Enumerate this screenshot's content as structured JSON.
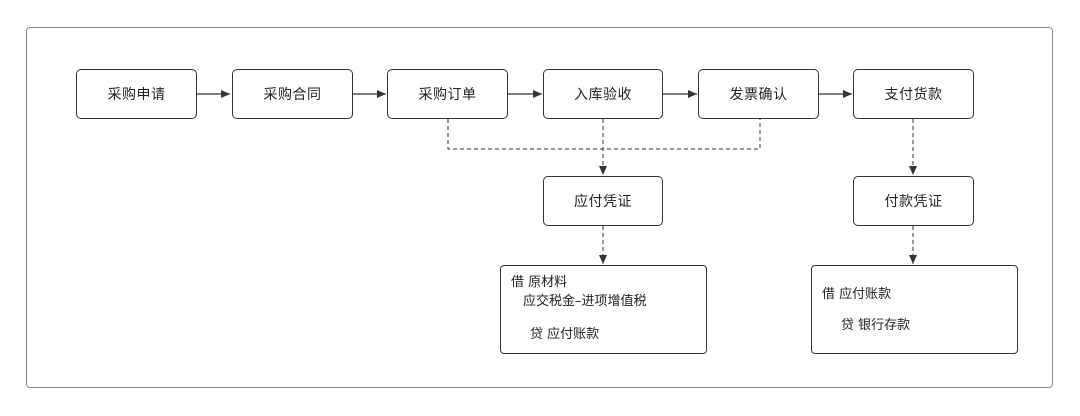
{
  "process_steps": [
    {
      "label": "采购申请"
    },
    {
      "label": "采购合同"
    },
    {
      "label": "采购订单"
    },
    {
      "label": "入库验收"
    },
    {
      "label": "发票确认"
    },
    {
      "label": "支付货款"
    }
  ],
  "vouchers": {
    "payable": {
      "label": "应付凭证"
    },
    "payment": {
      "label": "付款凭证"
    }
  },
  "entries": {
    "payable": {
      "debit_line_1": "借 原材料",
      "debit_line_2": "应交税金–进项增值税",
      "credit_line": "贷 应付账款"
    },
    "payment": {
      "debit_line": "借 应付账款",
      "credit_line": "贷 银行存款"
    }
  }
}
